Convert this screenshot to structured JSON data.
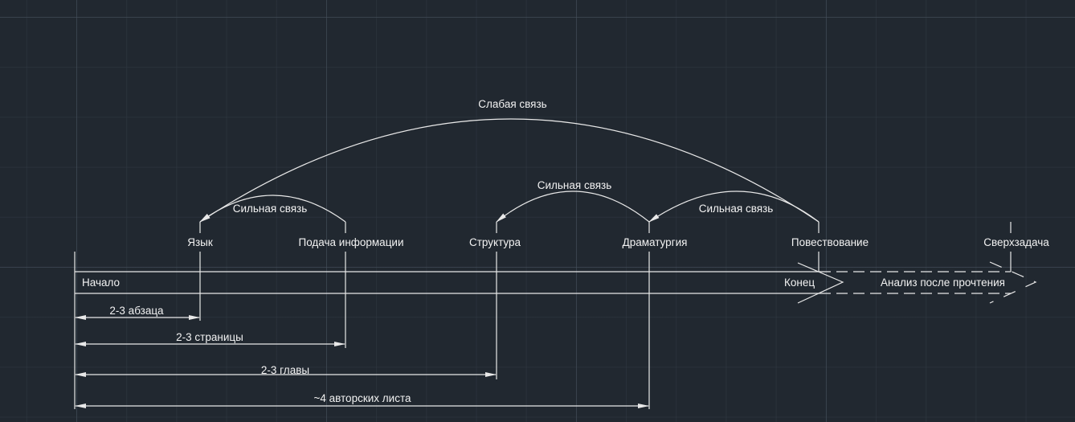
{
  "nodes": {
    "language": "Язык",
    "info": "Подача информации",
    "structure": "Структура",
    "dramaturgy": "Драматургия",
    "narration": "Повествование",
    "supertask": "Сверхзадача"
  },
  "band": {
    "start": "Начало",
    "end": "Конец",
    "after": "Анализ после прочтения"
  },
  "links": {
    "weak": "Слабая связь",
    "strong1": "Сильная связь",
    "strong2": "Сильная связь",
    "strong3": "Сильная связь"
  },
  "dimensions": {
    "d1": "2-3 абзаца",
    "d2": "2-3 страницы",
    "d3": "2-3 главы",
    "d4": "~4 авторских листа"
  }
}
